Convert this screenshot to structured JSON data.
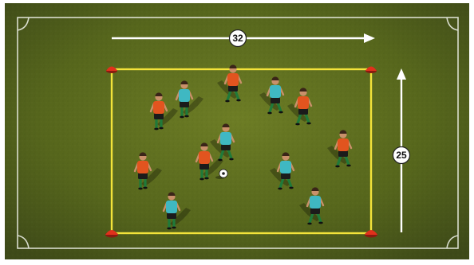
{
  "dimensions": {
    "width_label": "32",
    "length_label": "25"
  },
  "colors": {
    "pitch_dark": "#3e4a18",
    "pitch_light": "#6d7d25",
    "pitch_line": "#e9ece2",
    "grid_line": "#f3e33a",
    "cone": "#e0311c",
    "team_a_shirt": "#e2541f",
    "team_b_shirt": "#3fb8c2",
    "shorts": "#1b1b1b",
    "socks": "#1f7a3a",
    "skin": "#c9906a"
  },
  "players": [
    {
      "team": "orange",
      "name": "orange-player-top-center"
    },
    {
      "team": "cyan",
      "name": "cyan-player-top-left"
    },
    {
      "team": "orange",
      "name": "orange-player-top-left"
    },
    {
      "team": "cyan",
      "name": "cyan-player-top-right"
    },
    {
      "team": "orange",
      "name": "orange-player-top-right"
    },
    {
      "team": "cyan",
      "name": "cyan-player-center"
    },
    {
      "team": "orange",
      "name": "orange-player-center-dribbler"
    },
    {
      "team": "orange",
      "name": "orange-player-mid-left"
    },
    {
      "team": "cyan",
      "name": "cyan-player-mid-right"
    },
    {
      "team": "orange",
      "name": "orange-player-far-right"
    },
    {
      "team": "cyan",
      "name": "cyan-player-bottom-left"
    },
    {
      "team": "cyan",
      "name": "cyan-player-bottom-right"
    }
  ],
  "cones": 4,
  "ball": "soccer-ball"
}
